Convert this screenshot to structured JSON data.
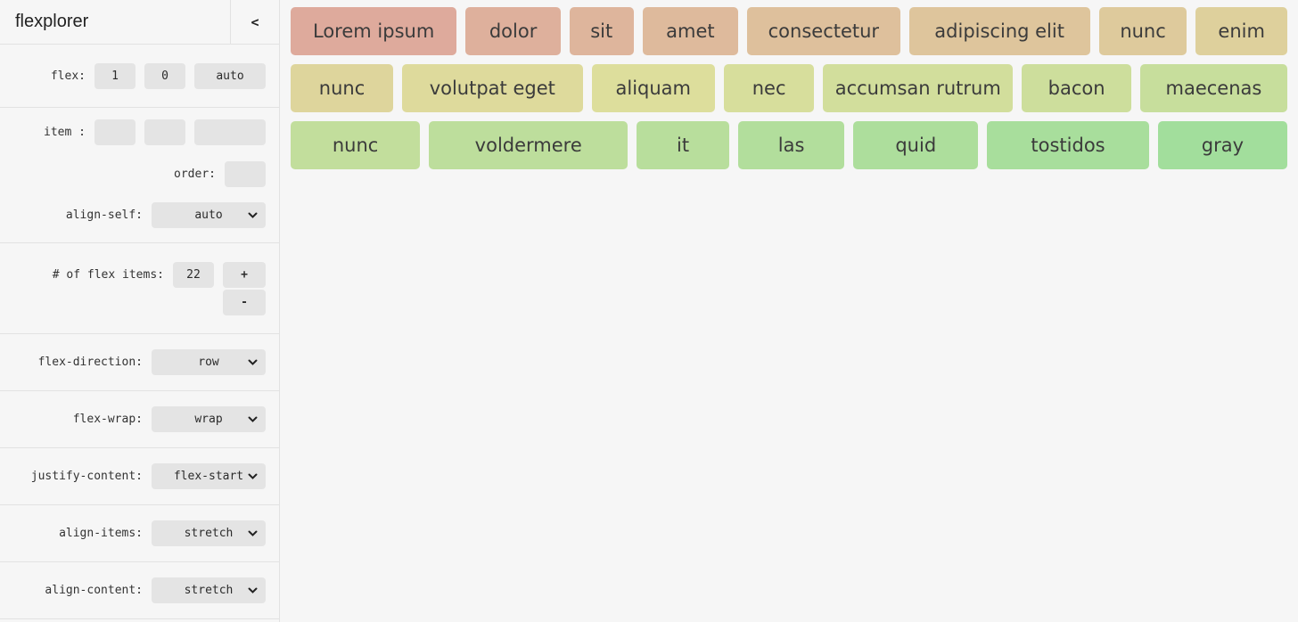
{
  "app": {
    "title": "flexplorer",
    "collapse_icon": "<"
  },
  "sidebar": {
    "flex_row": {
      "label": "flex:",
      "grow": "1",
      "shrink": "0",
      "basis": "auto"
    },
    "item_row": {
      "label": "item :",
      "grow": "",
      "shrink": "",
      "basis": ""
    },
    "order_row": {
      "label": "order:",
      "value": ""
    },
    "align_self": {
      "label": "align-self:",
      "value": "auto"
    },
    "item_count": {
      "label": "# of flex items:",
      "value": "22",
      "increment_label": "+",
      "decrement_label": "-"
    },
    "flex_direction": {
      "label": "flex-direction:",
      "value": "row"
    },
    "flex_wrap": {
      "label": "flex-wrap:",
      "value": "wrap"
    },
    "justify_content": {
      "label": "justify-content:",
      "value": "flex-start"
    },
    "align_items": {
      "label": "align-items:",
      "value": "stretch"
    },
    "align_content": {
      "label": "align-content:",
      "value": "stretch"
    }
  },
  "colors": {
    "background": "#f6f6f6",
    "control_background": "#e4e4e4",
    "divider": "#e2e2e2",
    "item_text": "#3b3b3b"
  },
  "playground": {
    "rows": [
      {
        "items": [
          {
            "label": "Lorem ipsum",
            "color": "#deaa9c",
            "weight": 187
          },
          {
            "label": "dolor",
            "color": "#deb09c",
            "weight": 107
          },
          {
            "label": "sit",
            "color": "#deb59c",
            "weight": 72
          },
          {
            "label": "amet",
            "color": "#deba9c",
            "weight": 108
          },
          {
            "label": "consectetur",
            "color": "#dec09c",
            "weight": 172
          },
          {
            "label": "adipiscing elit",
            "color": "#dec59c",
            "weight": 204
          },
          {
            "label": "nunc",
            "color": "#deca9c",
            "weight": 99
          },
          {
            "label": "enim",
            "color": "#ded09c",
            "weight": 103
          }
        ]
      },
      {
        "items": [
          {
            "label": "nunc",
            "color": "#ded59c",
            "weight": 108
          },
          {
            "label": "volutpat eget",
            "color": "#deda9c",
            "weight": 190
          },
          {
            "label": "aliquam",
            "color": "#ddde9c",
            "weight": 130
          },
          {
            "label": "nec",
            "color": "#d7de9c",
            "weight": 95
          },
          {
            "label": "accumsan rutrum",
            "color": "#d2de9c",
            "weight": 200
          },
          {
            "label": "bacon",
            "color": "#cdde9c",
            "weight": 115
          },
          {
            "label": "maecenas",
            "color": "#c7de9c",
            "weight": 155
          }
        ]
      },
      {
        "items": [
          {
            "label": "nunc",
            "color": "#c2de9c",
            "weight": 140
          },
          {
            "label": "voldermere",
            "color": "#bdde9c",
            "weight": 215
          },
          {
            "label": "it",
            "color": "#b8de9c",
            "weight": 100
          },
          {
            "label": "las",
            "color": "#b2de9c",
            "weight": 115
          },
          {
            "label": "quid",
            "color": "#adde9c",
            "weight": 135
          },
          {
            "label": "tostidos",
            "color": "#a8de9c",
            "weight": 175
          },
          {
            "label": "gray",
            "color": "#a2de9c",
            "weight": 140
          }
        ]
      }
    ]
  }
}
